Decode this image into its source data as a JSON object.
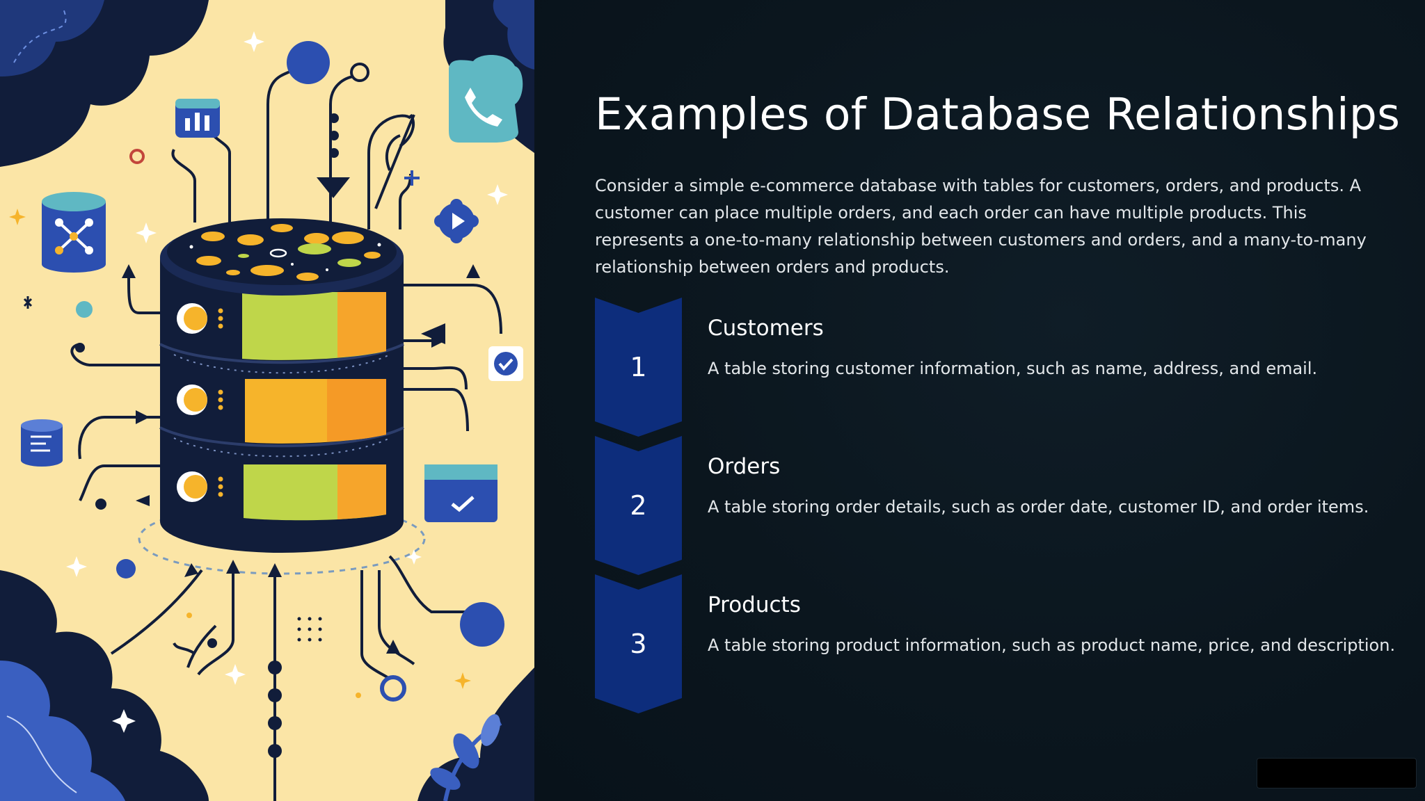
{
  "slide": {
    "title": "Examples of Database Relationships",
    "intro": "Consider a simple e-commerce database with tables for customers, orders, and products. A customer can place multiple orders, and each order can have multiple products. This represents a one-to-many relationship between customers and orders, and a many-to-many relationship between orders and products.",
    "steps": [
      {
        "number": "1",
        "title": "Customers",
        "description": "A table storing customer information, such as name, address, and email."
      },
      {
        "number": "2",
        "title": "Orders",
        "description": "A table storing order details, such as order date, customer ID, and order items."
      },
      {
        "number": "3",
        "title": "Products",
        "description": "A table storing product information, such as product name, price, and description."
      }
    ]
  },
  "colors": {
    "background": "#0b161e",
    "chevron": "#0d2d7c",
    "illustration_background": "#fbe5a6",
    "navy": "#111d3a",
    "accent_yellow": "#f6b42b",
    "accent_green": "#bfd64a",
    "accent_blue": "#2c4fb0",
    "accent_teal": "#5fb8c3"
  },
  "illustration": {
    "subject": "database-server-icon",
    "icons": [
      "bar-chart-icon",
      "phone-icon",
      "play-icon",
      "network-cylinder-icon",
      "document-cylinder-icon",
      "checkmark-icon",
      "checkbox-cube-icon",
      "leaf-icon",
      "sparkle-icon"
    ]
  }
}
